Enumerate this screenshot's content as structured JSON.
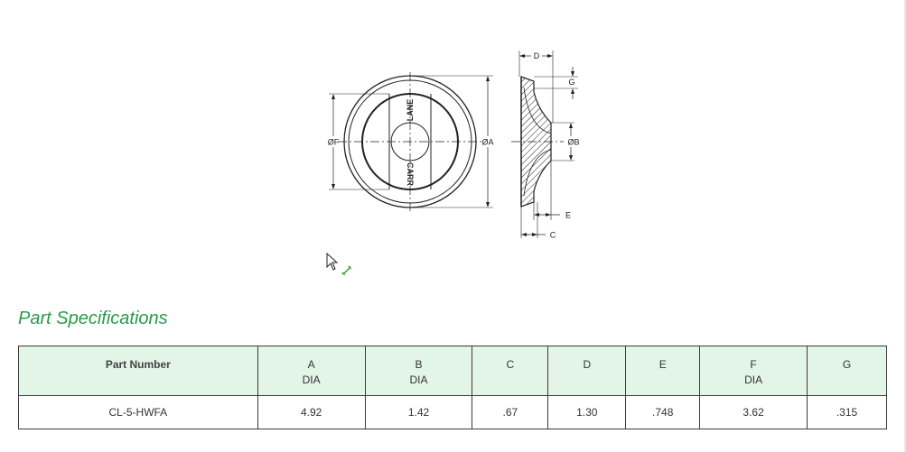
{
  "drawing": {
    "front_view": {
      "labels": {
        "dim_f": "ØF",
        "dim_a": "ØA",
        "brand_top": "LANE",
        "brand_bottom": "CARR"
      }
    },
    "side_view": {
      "labels": {
        "dim_d": "D",
        "dim_g": "G",
        "dim_b": "ØB",
        "dim_e": "E",
        "dim_c": "C"
      }
    }
  },
  "section": {
    "title": "Part Specifications"
  },
  "table": {
    "headers": [
      {
        "line1": "Part Number",
        "line2": ""
      },
      {
        "line1": "A",
        "line2": "DIA"
      },
      {
        "line1": "B",
        "line2": "DIA"
      },
      {
        "line1": "C",
        "line2": ""
      },
      {
        "line1": "D",
        "line2": ""
      },
      {
        "line1": "E",
        "line2": ""
      },
      {
        "line1": "F",
        "line2": "DIA"
      },
      {
        "line1": "G",
        "line2": ""
      }
    ],
    "rows": [
      [
        "CL-5-HWFA",
        "4.92",
        "1.42",
        ".67",
        "1.30",
        ".748",
        "3.62",
        ".315"
      ]
    ]
  },
  "colors": {
    "title_green": "#2a9a4b",
    "header_bg": "#e3f5e7",
    "expand_icon_green": "#2e9e3e"
  }
}
